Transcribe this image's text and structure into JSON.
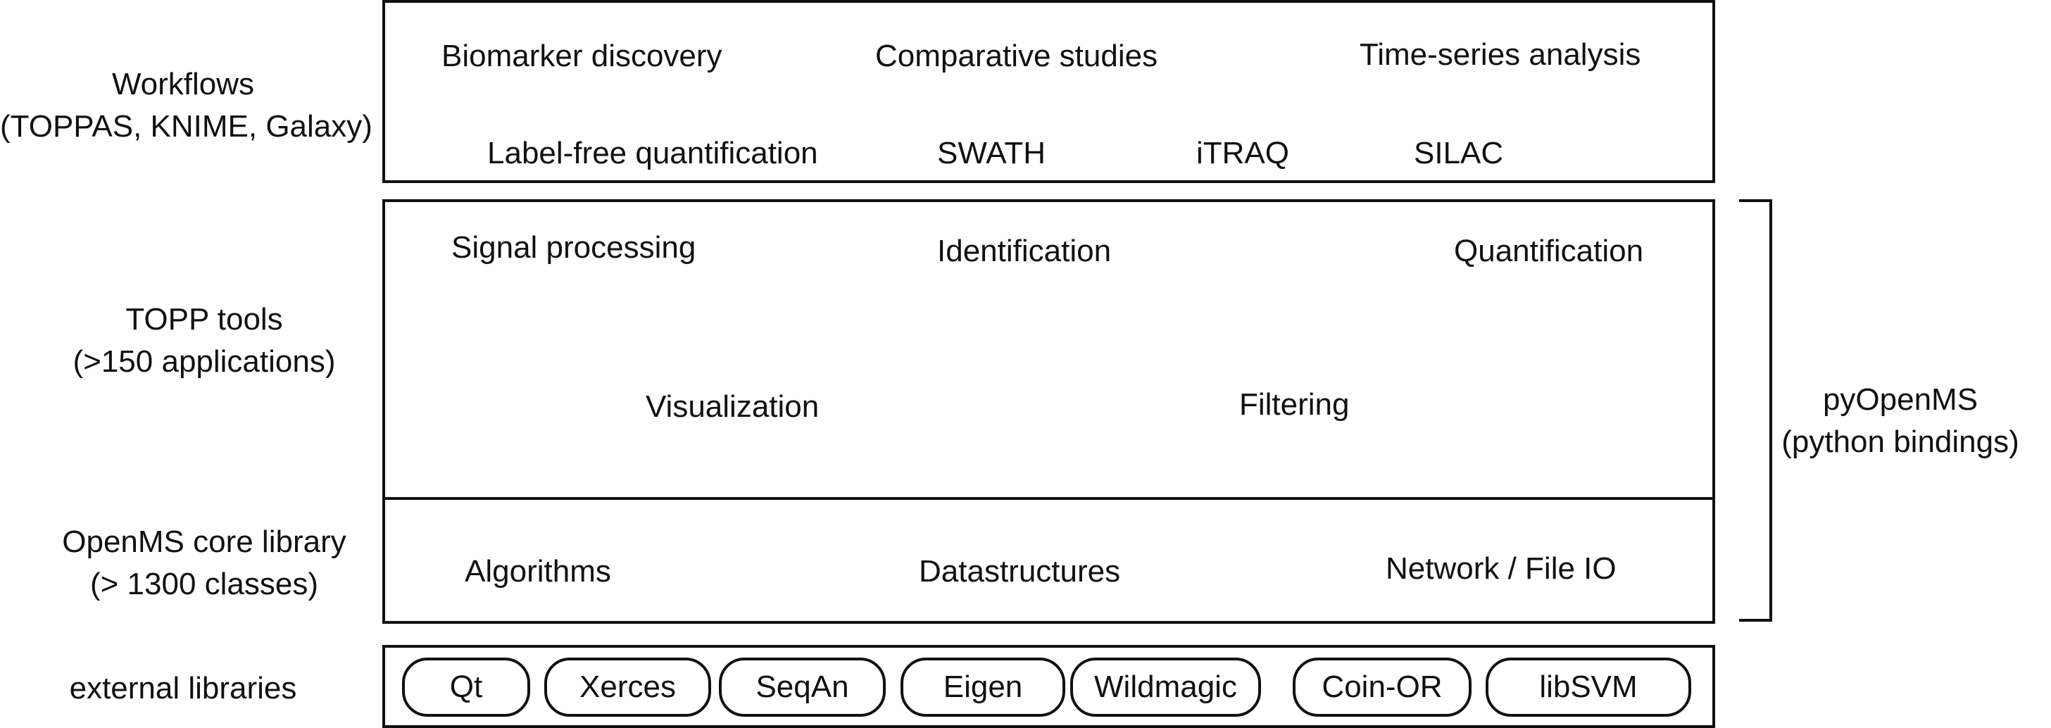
{
  "left_labels": {
    "workflows": {
      "line1": "Workflows",
      "line2": "(TOPPAS, KNIME, Galaxy)"
    },
    "topp_tools": {
      "line1": "TOPP tools",
      "line2": "(>150 applications)"
    },
    "core_library": {
      "line1": "OpenMS core library",
      "line2": "(> 1300 classes)"
    },
    "external": {
      "line1": "external libraries"
    }
  },
  "workflows_box": {
    "row1": [
      "Biomarker discovery",
      "Comparative studies",
      "Time-series analysis"
    ],
    "row2": [
      "Label-free quantification",
      "SWATH",
      "iTRAQ",
      "SILAC"
    ]
  },
  "topp_box": {
    "row1": [
      "Signal processing",
      "Identification",
      "Quantification"
    ],
    "row2": [
      "Visualization",
      "Filtering"
    ]
  },
  "core_box": {
    "items": [
      "Algorithms",
      "Datastructures",
      "Network / File IO"
    ]
  },
  "external_box": {
    "libraries": [
      "Qt",
      "Xerces",
      "SeqAn",
      "Eigen",
      "Wildmagic",
      "Coin-OR",
      "libSVM"
    ]
  },
  "right_label": {
    "line1": "pyOpenMS",
    "line2": "(python bindings)"
  }
}
